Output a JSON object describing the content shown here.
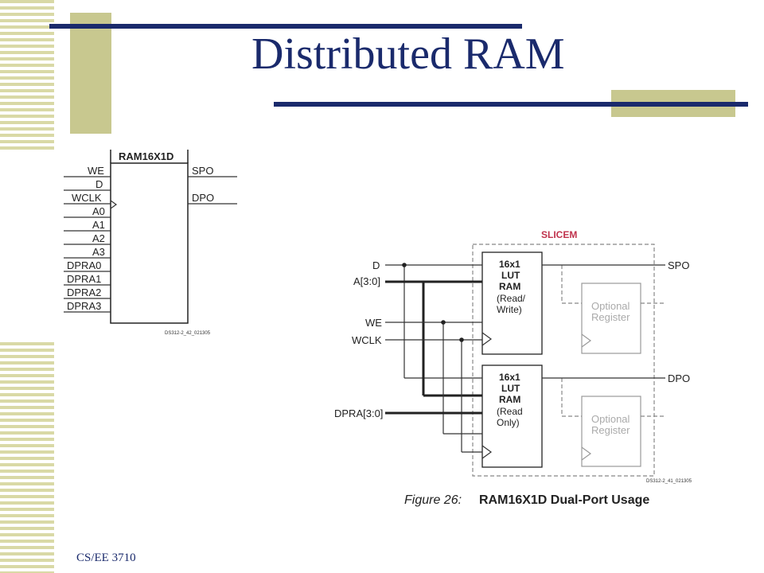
{
  "slide": {
    "title": "Distributed RAM",
    "footer": "CS/EE 3710"
  },
  "colors": {
    "title": "#1a2a6c",
    "accent_olive": "#c8c88f",
    "stripe": "#d9d9a6",
    "slicem_label": "#c0334d"
  },
  "symbol": {
    "name": "RAM16X1D",
    "inputs": [
      "WE",
      "D",
      "WCLK",
      "A0",
      "A1",
      "A2",
      "A3",
      "DPRA0",
      "DPRA1",
      "DPRA2",
      "DPRA3"
    ],
    "outputs": [
      "SPO",
      "DPO"
    ],
    "ref": "DS312-2_42_021305"
  },
  "slicem": {
    "label": "SLICEM",
    "inputs": [
      "D",
      "A[3:0]",
      "WE",
      "WCLK",
      "DPRA[3:0]"
    ],
    "outputs": [
      "SPO",
      "DPO"
    ],
    "top_lut": [
      "16x1",
      "LUT",
      "RAM",
      "(Read/",
      "Write)"
    ],
    "bottom_lut": [
      "16x1",
      "LUT",
      "RAM",
      "(Read",
      "Only)"
    ],
    "optional_register": [
      "Optional",
      "Register"
    ],
    "ref": "DS312-2_41_021305",
    "caption_prefix": "Figure 26:",
    "caption": "RAM16X1D Dual-Port Usage"
  }
}
